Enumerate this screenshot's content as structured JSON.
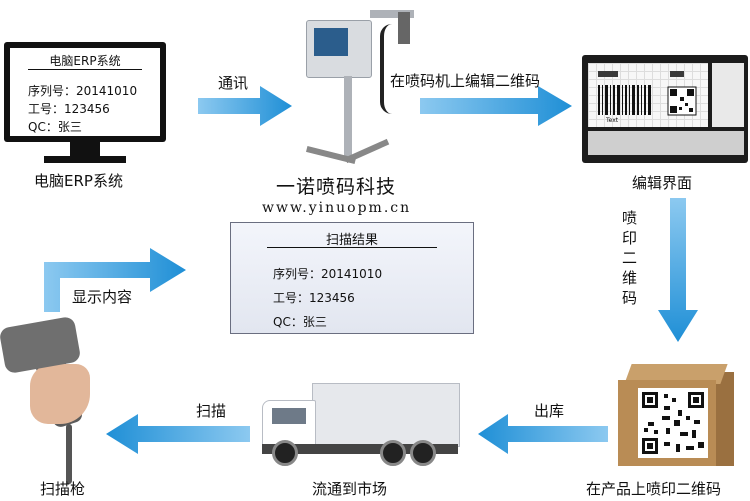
{
  "monitor": {
    "title": "电脑ERP系统",
    "lines": [
      "序列号：20141010",
      "工号：123456",
      "QC：张三"
    ],
    "caption": "电脑ERP系统"
  },
  "printer": {
    "caption": "一诺喷码科技",
    "url": "www.yinuopm.cn"
  },
  "editor": {
    "caption": "编辑界面",
    "label_printed": "Text"
  },
  "carton": {
    "caption": "在产品上喷印二维码"
  },
  "truck": {
    "caption": "流通到市场"
  },
  "scanner": {
    "caption": "扫描枪"
  },
  "result": {
    "title": "扫描结果",
    "lines": [
      "序列号：20141010",
      "工号：123456",
      "QC：张三"
    ]
  },
  "arrows": {
    "comm": "通讯",
    "edit_on_printer": "在喷码机上编辑二维码",
    "print_qr_vertical": "喷印二维码",
    "out_of_warehouse": "出库",
    "scan": "扫描",
    "display_content": "显示内容"
  },
  "colors": {
    "arrow": "#1f8fd6",
    "arrow_light": "#5cb3ea"
  }
}
